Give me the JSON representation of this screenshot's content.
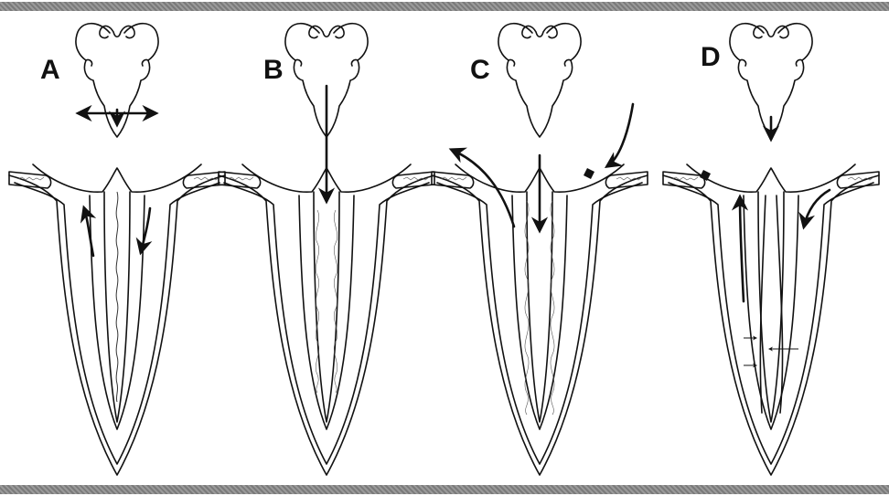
{
  "panels": [
    {
      "id": "A",
      "label": "A"
    },
    {
      "id": "B",
      "label": "B"
    },
    {
      "id": "C",
      "label": "C"
    },
    {
      "id": "D",
      "label": "D"
    }
  ],
  "colors": {
    "ink": "#111111",
    "border": "#8a8a8a",
    "background": "#ffffff"
  }
}
